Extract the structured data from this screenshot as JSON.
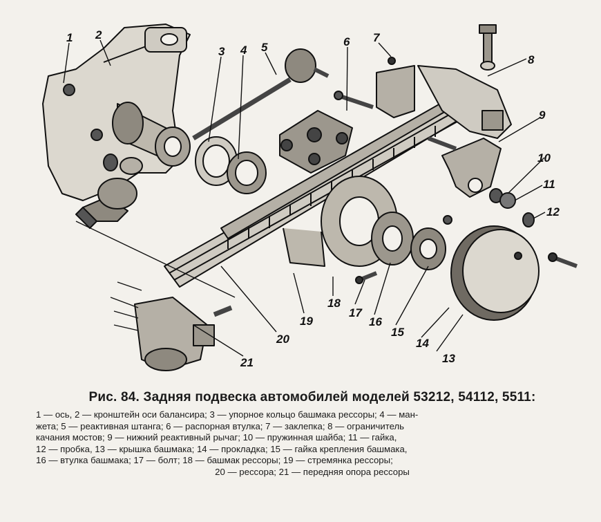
{
  "figure": {
    "title": "Рис. 84. Задняя подвеска автомобилей моделей 53212, 54112, 5511:",
    "callouts": [
      "1",
      "2",
      "3",
      "4",
      "5",
      "6",
      "7",
      "8",
      "9",
      "10",
      "11",
      "12",
      "13",
      "14",
      "15",
      "16",
      "17",
      "18",
      "19",
      "20",
      "21"
    ]
  },
  "caption_lines": [
    "1 — ось, 2 — кронштейн оси балансира; 3 — упорное кольцо башмака рессоры; 4 — ман-",
    "жета; 5 — реактивная штанга; 6 — распорная втулка; 7 — заклепка; 8 — ограничитель",
    "качания мостов; 9 — нижний реактивный рычаг; 10 — пружинная шайба; 11 — гайка,",
    "12 — пробка, 13 — крышка башмака; 14 — прокладка; 15 — гайка крепления башмака,",
    "16 — втулка башмака; 17 — болт; 18 — башмак рессоры; 19 — стремянка рессоры;",
    "20 — рессора; 21 — передняя опора рессоры"
  ]
}
